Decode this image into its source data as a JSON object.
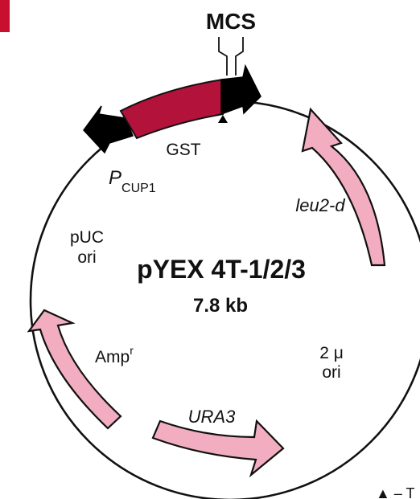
{
  "plasmid": {
    "name": "pYEX 4T-1/2/3",
    "size": "7.8 kb"
  },
  "mcs_label": "MCS",
  "promoter": {
    "letter": "P",
    "subscript": "CUP1"
  },
  "features": {
    "gst": "GST",
    "leu2d": "leu2-d",
    "two_micron_line1": "2 μ",
    "two_micron_line2": "ori",
    "ura3": "URA3",
    "amp": "Amp",
    "amp_sup": "r",
    "puc_line1": "pUC",
    "puc_line2": "ori"
  },
  "footnote": "▲ – T",
  "colors": {
    "gst": "#b3123a",
    "marker": "#f2aec0",
    "promoter": "#000000",
    "corner": "#c8102e"
  }
}
